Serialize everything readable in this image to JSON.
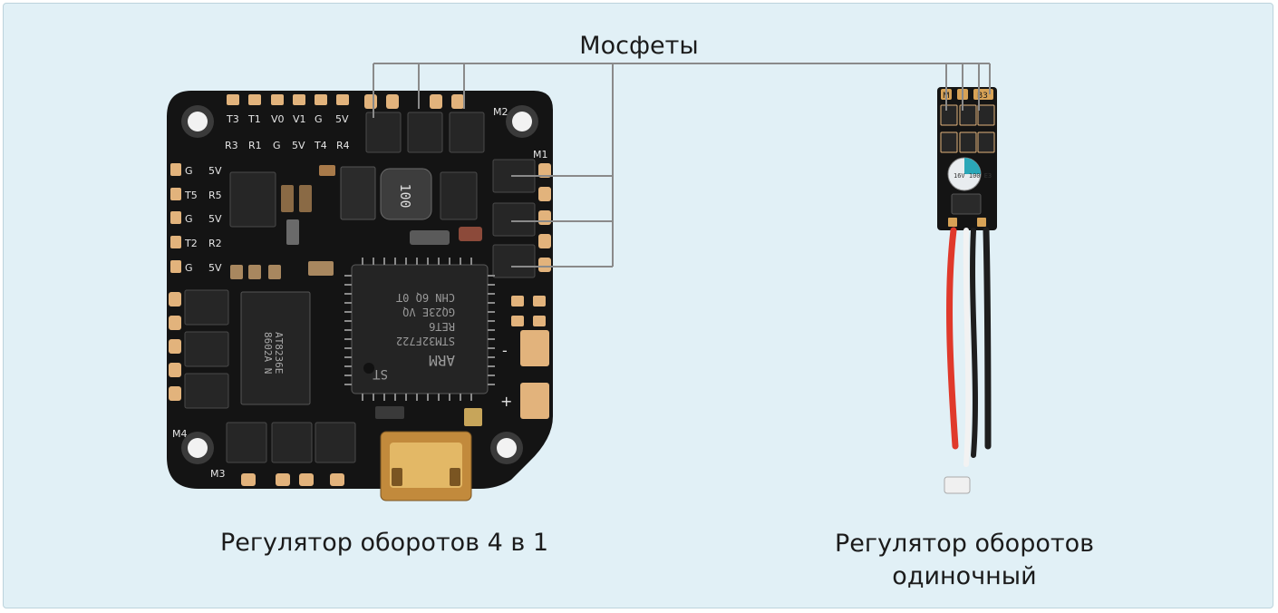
{
  "labels": {
    "mosfets": "Мосфеты",
    "esc_4in1": "Регулятор оборотов 4 в 1",
    "esc_single": "Регулятор оборотов одиночный"
  },
  "board_silkscreen": {
    "top_row_1": [
      "T3",
      "T1",
      "V0",
      "V1",
      "G",
      "5V"
    ],
    "top_row_2": [
      "R3",
      "R1",
      "G",
      "5V",
      "T4",
      "R4"
    ],
    "left_col_1": [
      "G",
      "T5",
      "G",
      "T2",
      "G"
    ],
    "left_col_2": [
      "5V",
      "R5",
      "5V",
      "R2",
      "5V"
    ],
    "motors": [
      "M1",
      "M2",
      "M3",
      "M4"
    ],
    "plus": "+",
    "minus": "-",
    "inductor": "100",
    "mcu_lines": [
      "ARM",
      "STM32F722",
      "RET6",
      "GQ23E VQ",
      "CHN 6Q 0T",
      "ST"
    ],
    "driver_lines": [
      "AT8236E",
      "8602A N"
    ],
    "cap_label": "16V 100 E3",
    "esc_pad_labels": [
      "M",
      "B3"
    ]
  },
  "colors": {
    "background": "#e1f0f6",
    "line": "#8a8a8a",
    "pcb": "#141414",
    "pad": "#e2b37c"
  }
}
